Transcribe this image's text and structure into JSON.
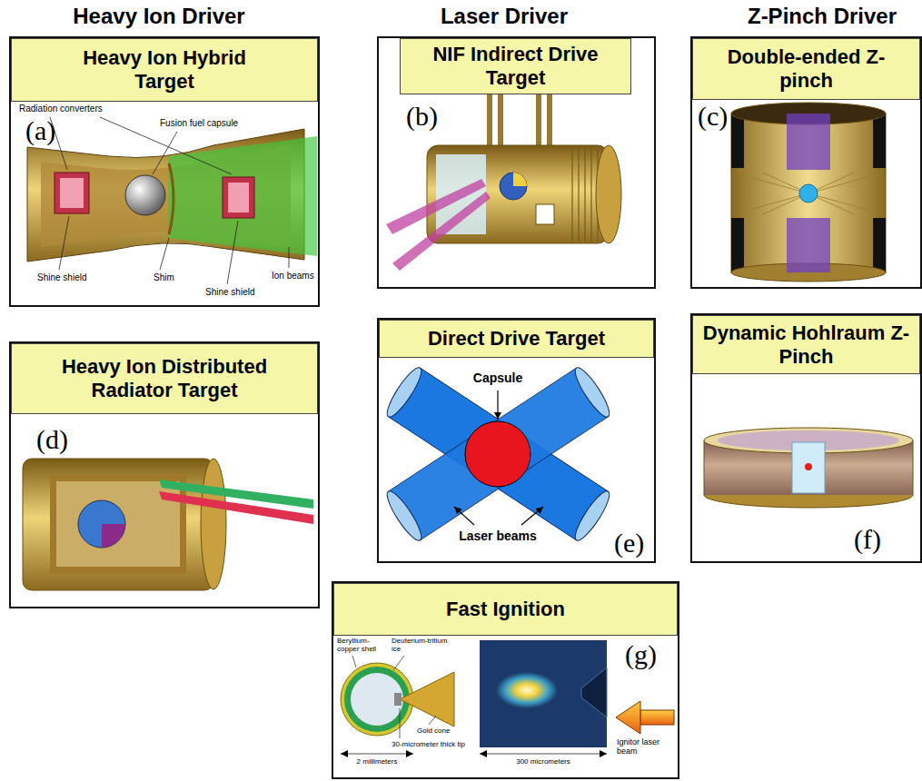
{
  "diagram": {
    "nodes": [
      {
        "text": [
          "Heavy Ion Hybrid Target",
          "(a)"
        ]
      },
      {
        "text": [
          "NIF Indirect Drive Target",
          "(b)"
        ]
      },
      {
        "text": [
          "Double-ended Z-pinch",
          "(c)"
        ]
      },
      {
        "text": [
          "Heavy Ion Distributed Radiator Target",
          "(d)"
        ]
      },
      {
        "text": [
          "Direct Drive Target",
          "(e)"
        ]
      },
      {
        "text": [
          "Dynamic Hohlraum Z-Pinch",
          "(f)"
        ]
      },
      {
        "text": [
          "Fast Ignition",
          "(g)"
        ]
      }
    ],
    "labels": [
      "Heavy Ion Driver",
      "Laser Driver",
      "Z-Pinch Driver",
      "Radiation converters",
      "Fusion fuel capsule",
      "Ion beams",
      "Shine shield",
      "Shim",
      "Shine shield",
      "Capsule",
      "Laser beams",
      "Beryllium-copper shell",
      "Deuterium-tritium ice",
      "Gold cone",
      "30-micrometer thick tip",
      "2 millimeters",
      "300 micrometers",
      "Ignitor laser beam"
    ]
  }
}
